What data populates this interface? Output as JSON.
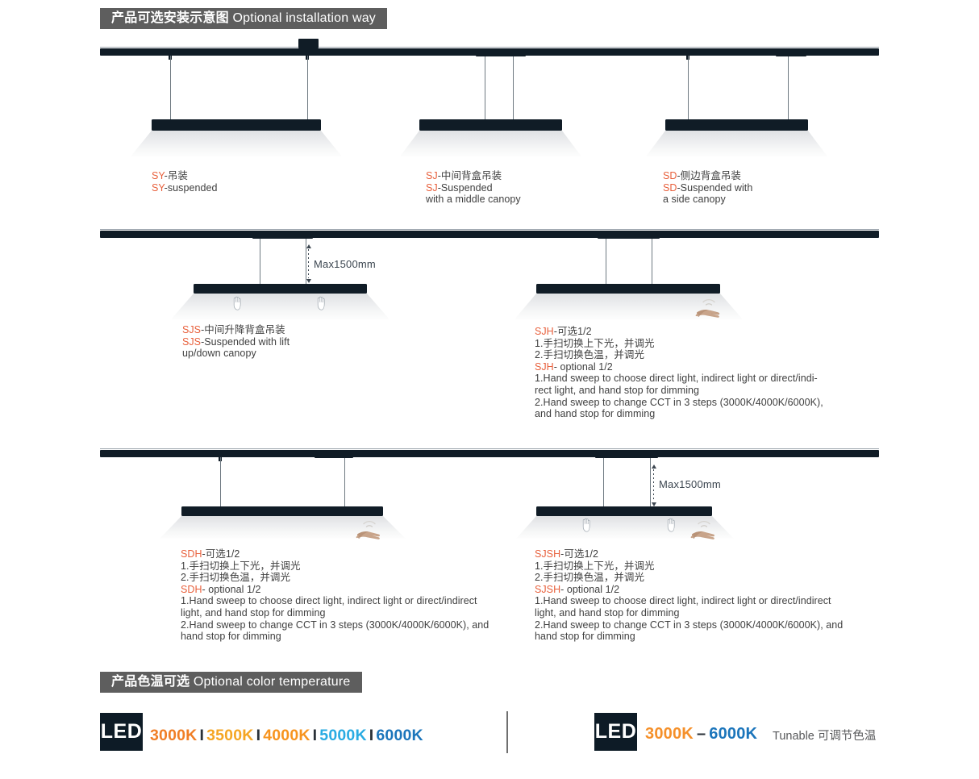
{
  "sections": {
    "install": {
      "zh": "产品可选安装示意图",
      "en": "Optional installation way"
    },
    "cct": {
      "zh": "产品色温可选",
      "en": "Optional color temperature"
    }
  },
  "dimension": {
    "label": "Max1500mm"
  },
  "diagrams": [
    {
      "id": "sy",
      "caption_lines": [
        {
          "code": "SY",
          "rest": "-吊装"
        },
        {
          "code": "SY",
          "rest": "-suspended"
        }
      ]
    },
    {
      "id": "sj",
      "caption_lines": [
        {
          "code": "SJ",
          "rest": "-中间背盒吊装"
        },
        {
          "code": "SJ",
          "rest": "-Suspended"
        },
        {
          "code": "",
          "rest": "with a middle canopy"
        }
      ]
    },
    {
      "id": "sd",
      "caption_lines": [
        {
          "code": "SD",
          "rest": "-侧边背盒吊装"
        },
        {
          "code": "SD",
          "rest": "-Suspended with"
        },
        {
          "code": "",
          "rest": "a side canopy"
        }
      ]
    },
    {
      "id": "sjs",
      "caption_lines": [
        {
          "code": "SJS",
          "rest": "-中间升降背盒吊装"
        },
        {
          "code": "SJS",
          "rest": "-Suspended with lift"
        },
        {
          "code": "",
          "rest": "up/down canopy"
        }
      ]
    },
    {
      "id": "sjh",
      "caption_lines": [
        {
          "code": "SJH",
          "rest": "-可选1/2"
        },
        {
          "code": "",
          "rest": "1.手扫切换上下光，并调光"
        },
        {
          "code": "",
          "rest": "2.手扫切换色温，并调光"
        },
        {
          "code": "SJH",
          "rest": "- optional 1/2"
        },
        {
          "code": "",
          "rest": "1.Hand sweep to choose direct light, indirect light or direct/indi-"
        },
        {
          "code": "",
          "rest": "rect light, and hand stop for dimming"
        },
        {
          "code": "",
          "rest": "2.Hand sweep to change CCT in 3 steps (3000K/4000K/6000K),"
        },
        {
          "code": "",
          "rest": "and hand stop for dimming"
        }
      ]
    },
    {
      "id": "sdh",
      "caption_lines": [
        {
          "code": "SDH",
          "rest": "-可选1/2"
        },
        {
          "code": "",
          "rest": "1.手扫切换上下光，并调光"
        },
        {
          "code": "",
          "rest": "2.手扫切换色温，并调光"
        },
        {
          "code": "SDH",
          "rest": "- optional 1/2"
        },
        {
          "code": "",
          "rest": "1.Hand sweep to choose direct light, indirect light or direct/indirect"
        },
        {
          "code": "",
          "rest": "light, and hand stop for dimming"
        },
        {
          "code": "",
          "rest": "2.Hand sweep to change CCT in 3 steps (3000K/4000K/6000K), and"
        },
        {
          "code": "",
          "rest": "hand stop for dimming"
        }
      ]
    },
    {
      "id": "sjsh",
      "caption_lines": [
        {
          "code": "SJSH",
          "rest": "-可选1/2"
        },
        {
          "code": "",
          "rest": "1.手扫切换上下光，并调光"
        },
        {
          "code": "",
          "rest": "2.手扫切换色温，并调光"
        },
        {
          "code": "SJSH",
          "rest": "- optional 1/2"
        },
        {
          "code": "",
          "rest": "1.Hand sweep to choose direct light, indirect light or direct/indirect"
        },
        {
          "code": "",
          "rest": "light, and hand stop for dimming"
        },
        {
          "code": "",
          "rest": "2.Hand sweep to change CCT in 3 steps (3000K/4000K/6000K), and"
        },
        {
          "code": "",
          "rest": "hand stop for dimming"
        }
      ]
    }
  ],
  "cct_row": {
    "badge_label": "LED",
    "fixed": {
      "values": [
        "3000K",
        "3500K",
        "4000K",
        "5000K",
        "6000K"
      ],
      "separator": "I",
      "colors": [
        "#F07E26",
        "#F5A623",
        "#F7941E",
        "#29ABE2",
        "#1B75BB"
      ]
    },
    "tunable": {
      "from": "3000K",
      "dash": "–",
      "to": "6000K",
      "from_color": "#F5902A",
      "to_color": "#1B75BB",
      "note": "Tunable 可调节色温"
    }
  },
  "colors": {
    "banner_bg": "#5e5e5e",
    "fixture": "#101c26",
    "code_orange": "#e8603c",
    "body_text": "#3f3f3f",
    "badge_bg": "#0d1b26"
  }
}
